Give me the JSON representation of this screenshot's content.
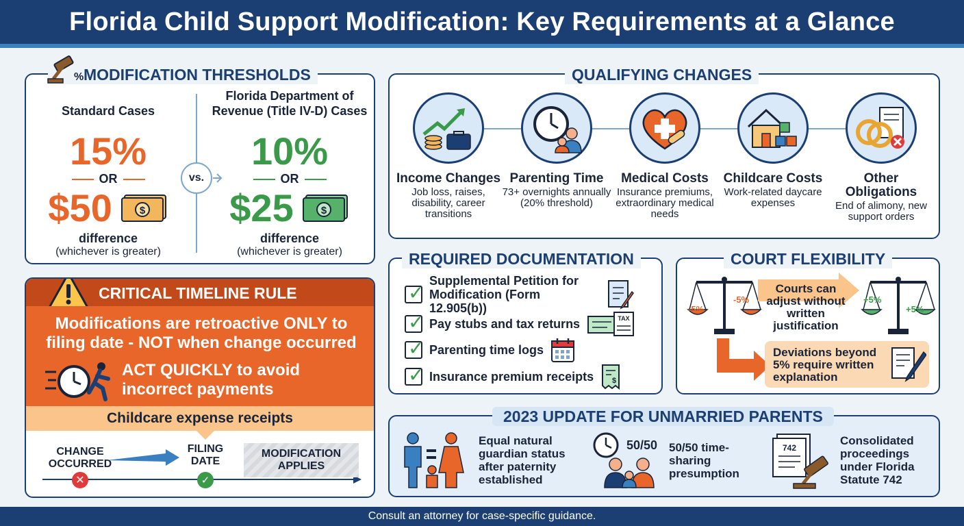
{
  "header": {
    "title": "Florida Child Support Modification: Key Requirements at a Glance"
  },
  "thresholds": {
    "title": "MODIFICATION THRESHOLDS",
    "vs": "vs.",
    "standard": {
      "head": "Standard Cases",
      "percent": "15%",
      "or": "OR",
      "amount": "$50",
      "difference": "difference",
      "note": "(whichever is greater)",
      "color": "#e8662a"
    },
    "doc": {
      "head": "Florida Department of Revenue (Title IV-D) Cases",
      "percent": "10%",
      "or": "OR",
      "amount": "$25",
      "difference": "difference",
      "note": "(whichever is greater)",
      "color": "#3a9a4a"
    }
  },
  "timeline": {
    "title": "CRITICAL TIMELINE RULE",
    "rule": "Modifications are retroactive ONLY to filing date - NOT when change occurred",
    "act": "ACT QUICKLY to avoid incorrect payments",
    "band": "Childcare expense receipts",
    "steps": {
      "change": "CHANGE OCCURRED",
      "filing": "FILING DATE",
      "applies": "MODIFICATION APPLIES"
    }
  },
  "qualifying": {
    "title": "QUALIFYING CHANGES",
    "items": [
      {
        "title": "Income Changes",
        "desc": "Job loss, raises, disability, career transitions",
        "icon": "income-icon"
      },
      {
        "title": "Parenting Time",
        "desc": "73+ overnights annually (20% threshold)",
        "icon": "parenting-time-icon"
      },
      {
        "title": "Medical Costs",
        "desc": "Insurance premiums, extraordinary medical needs",
        "icon": "medical-icon"
      },
      {
        "title": "Childcare Costs",
        "desc": "Work-related daycare expenses",
        "icon": "childcare-icon"
      },
      {
        "title": "Other Obligations",
        "desc": "End of alimony, new support orders",
        "icon": "rings-icon"
      }
    ]
  },
  "documentation": {
    "title": "REQUIRED DOCUMENTATION",
    "items": [
      "Supplemental Petition for Modification (Form 12.905(b))",
      "Pay stubs and tax returns",
      "Parenting time logs",
      "Insurance premium receipts"
    ],
    "tax_label": "TAX"
  },
  "flexibility": {
    "title": "COURT FLEXIBILITY",
    "left_minus_1": "-5%",
    "left_minus_2": "-5%",
    "right_plus_1": "+5%",
    "right_plus_2": "+5%",
    "arrow_text": "Courts can adjust without written justification",
    "deviation_text": "Deviations beyond 5% require written explanation"
  },
  "update": {
    "title": "2023 UPDATE FOR UNMARRIED PARENTS",
    "items": [
      "Equal natural guardian status after paternity established",
      "50/50 time-sharing presumption",
      "Consolidated proceedings under Florida Statute 742"
    ],
    "clock_label": "50/50",
    "statute_label": "742"
  },
  "footer": {
    "text": "Consult an attorney for case-specific guidance."
  }
}
